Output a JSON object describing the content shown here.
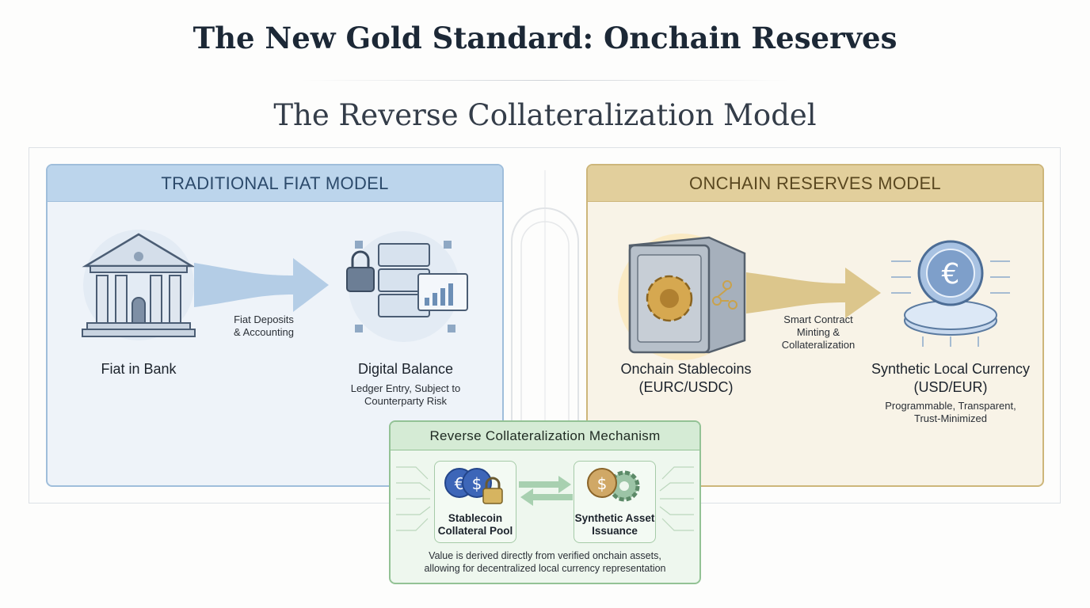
{
  "header": {
    "title": "The New Gold Standard: Onchain Reserves",
    "subtitle": "The Reverse Collateralization Model"
  },
  "traditional": {
    "heading": "TRADITIONAL FIAT MODEL",
    "source_label": "Fiat in Bank",
    "arrow_label_1": "Fiat Deposits",
    "arrow_label_2": "& Accounting",
    "target_label": "Digital Balance",
    "target_sub_1": "Ledger Entry, Subject to",
    "target_sub_2": "Counterparty Risk"
  },
  "onchain": {
    "heading": "ONCHAIN RESERVES MODEL",
    "source_label_1": "Onchain Stablecoins",
    "source_label_2": "(EURC/USDC)",
    "arrow_label_1": "Smart Contract",
    "arrow_label_2": "Minting &",
    "arrow_label_3": "Collateralization",
    "target_label_1": "Synthetic Local Currency",
    "target_label_2": "(USD/EUR)",
    "target_sub_1": "Programmable, Transparent,",
    "target_sub_2": "Trust-Minimized"
  },
  "mechanism": {
    "heading": "Reverse Collateralization Mechanism",
    "left_1": "Stablecoin",
    "left_2": "Collateral Pool",
    "right_1": "Synthetic Asset",
    "right_2": "Issuance",
    "footer_1": "Value is derived directly from verified onchain assets,",
    "footer_2": "allowing for decentralized local currency representation"
  },
  "colors": {
    "blue": "#bcd5ec",
    "gold": "#e2cf9c",
    "green": "#d5ebd5"
  }
}
